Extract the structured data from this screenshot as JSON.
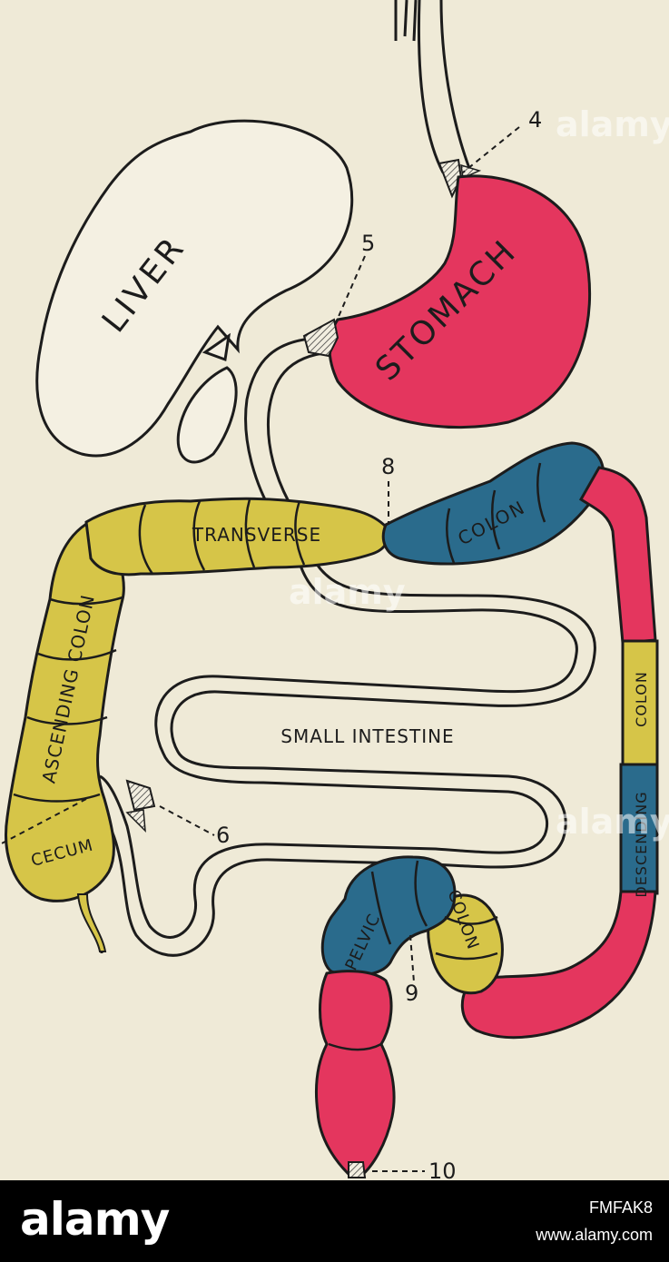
{
  "labels": {
    "liver": "LIVER",
    "stomach": "STOMACH",
    "transverse": "TRANSVERSE",
    "colon_upper": "COLON",
    "ascending_colon": "ASCENDING COLON",
    "small_intestine": "SMALL INTESTINE",
    "cecum": "CECUM",
    "pelvic": "PELVIC",
    "colon_pelvic": "COLON",
    "descending": "DESCENDING",
    "colon_descending": "COLON"
  },
  "callouts": {
    "n4": "4",
    "n5": "5",
    "n6": "6",
    "n8": "8",
    "n9": "9",
    "n10": "10"
  },
  "watermark": {
    "text": "alamy"
  },
  "footer": {
    "logo": "alamy",
    "image_id": "FMFAK8",
    "url": "www.alamy.com"
  },
  "colors": {
    "background": "#efead7",
    "red": "#e4365e",
    "yellow": "#d6c548",
    "blue": "#2a6b8c",
    "outline": "#1c1c1c"
  }
}
